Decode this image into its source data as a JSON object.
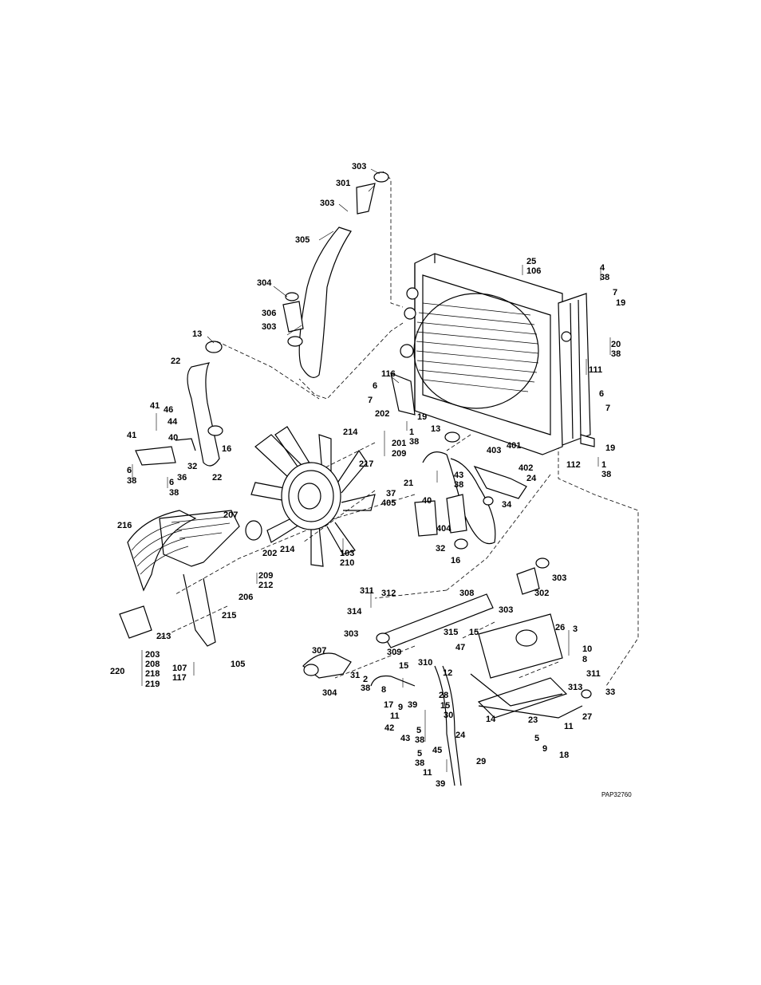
{
  "figure_ref": "PAP32760",
  "labels": [
    {
      "id": "l1",
      "text": "303"
    },
    {
      "id": "l2",
      "text": "301"
    },
    {
      "id": "l3",
      "text": "303"
    },
    {
      "id": "l4",
      "text": "305"
    },
    {
      "id": "l5",
      "text": "304"
    },
    {
      "id": "l6",
      "text": "306"
    },
    {
      "id": "l7",
      "text": "303"
    },
    {
      "id": "l8",
      "text": "25"
    },
    {
      "id": "l9",
      "text": "106"
    },
    {
      "id": "l10",
      "text": "4"
    },
    {
      "id": "l11",
      "text": "38"
    },
    {
      "id": "l12",
      "text": "7"
    },
    {
      "id": "l13",
      "text": "19"
    },
    {
      "id": "l14",
      "text": "20"
    },
    {
      "id": "l15",
      "text": "38"
    },
    {
      "id": "l16",
      "text": "111"
    },
    {
      "id": "l17",
      "text": "13"
    },
    {
      "id": "l18",
      "text": "22"
    },
    {
      "id": "l19",
      "text": "116"
    },
    {
      "id": "l20",
      "text": "6"
    },
    {
      "id": "l21",
      "text": "7"
    },
    {
      "id": "l22",
      "text": "202"
    },
    {
      "id": "l23",
      "text": "19"
    },
    {
      "id": "l24",
      "text": "1"
    },
    {
      "id": "l25",
      "text": "38"
    },
    {
      "id": "l26",
      "text": "6"
    },
    {
      "id": "l27",
      "text": "7"
    },
    {
      "id": "l28",
      "text": "41"
    },
    {
      "id": "l29",
      "text": "46"
    },
    {
      "id": "l30",
      "text": "44"
    },
    {
      "id": "l31",
      "text": "40"
    },
    {
      "id": "l32",
      "text": "16"
    },
    {
      "id": "l33",
      "text": "41"
    },
    {
      "id": "l34",
      "text": "32"
    },
    {
      "id": "l35",
      "text": "36"
    },
    {
      "id": "l36",
      "text": "22"
    },
    {
      "id": "l37",
      "text": "6"
    },
    {
      "id": "l38",
      "text": "38"
    },
    {
      "id": "l39",
      "text": "6"
    },
    {
      "id": "l40",
      "text": "38"
    },
    {
      "id": "l41",
      "text": "214"
    },
    {
      "id": "l42",
      "text": "201"
    },
    {
      "id": "l43",
      "text": "209"
    },
    {
      "id": "l44",
      "text": "217"
    },
    {
      "id": "l45",
      "text": "13"
    },
    {
      "id": "l46",
      "text": "403"
    },
    {
      "id": "l47",
      "text": "401"
    },
    {
      "id": "l48",
      "text": "402"
    },
    {
      "id": "l49",
      "text": "24"
    },
    {
      "id": "l50",
      "text": "19"
    },
    {
      "id": "l51",
      "text": "112"
    },
    {
      "id": "l52",
      "text": "1"
    },
    {
      "id": "l53",
      "text": "38"
    },
    {
      "id": "l54",
      "text": "21"
    },
    {
      "id": "l55",
      "text": "43"
    },
    {
      "id": "l56",
      "text": "38"
    },
    {
      "id": "l57",
      "text": "37"
    },
    {
      "id": "l58",
      "text": "405"
    },
    {
      "id": "l59",
      "text": "40"
    },
    {
      "id": "l60",
      "text": "34"
    },
    {
      "id": "l61",
      "text": "404"
    },
    {
      "id": "l62",
      "text": "32"
    },
    {
      "id": "l63",
      "text": "16"
    },
    {
      "id": "l64",
      "text": "216"
    },
    {
      "id": "l65",
      "text": "207"
    },
    {
      "id": "l66",
      "text": "202"
    },
    {
      "id": "l67",
      "text": "214"
    },
    {
      "id": "l68",
      "text": "103"
    },
    {
      "id": "l69",
      "text": "210"
    },
    {
      "id": "l70",
      "text": "209"
    },
    {
      "id": "l71",
      "text": "212"
    },
    {
      "id": "l72",
      "text": "206"
    },
    {
      "id": "l73",
      "text": "215"
    },
    {
      "id": "l74",
      "text": "213"
    },
    {
      "id": "l75",
      "text": "220"
    },
    {
      "id": "l76",
      "text": "203"
    },
    {
      "id": "l77",
      "text": "208"
    },
    {
      "id": "l78",
      "text": "218"
    },
    {
      "id": "l79",
      "text": "219"
    },
    {
      "id": "l80",
      "text": "107"
    },
    {
      "id": "l81",
      "text": "117"
    },
    {
      "id": "l82",
      "text": "105"
    },
    {
      "id": "l83",
      "text": "303"
    },
    {
      "id": "l84",
      "text": "302"
    },
    {
      "id": "l85",
      "text": "303"
    },
    {
      "id": "l86",
      "text": "311"
    },
    {
      "id": "l87",
      "text": "312"
    },
    {
      "id": "l88",
      "text": "308"
    },
    {
      "id": "l89",
      "text": "314"
    },
    {
      "id": "l90",
      "text": "26"
    },
    {
      "id": "l91",
      "text": "3"
    },
    {
      "id": "l92",
      "text": "10"
    },
    {
      "id": "l93",
      "text": "8"
    },
    {
      "id": "l94",
      "text": "303"
    },
    {
      "id": "l95",
      "text": "315"
    },
    {
      "id": "l96",
      "text": "15"
    },
    {
      "id": "l97",
      "text": "309"
    },
    {
      "id": "l98",
      "text": "47"
    },
    {
      "id": "l99",
      "text": "307"
    },
    {
      "id": "l100",
      "text": "15"
    },
    {
      "id": "l101",
      "text": "310"
    },
    {
      "id": "l102",
      "text": "12"
    },
    {
      "id": "l103",
      "text": "311"
    },
    {
      "id": "l104",
      "text": "31"
    },
    {
      "id": "l105",
      "text": "2"
    },
    {
      "id": "l106",
      "text": "38"
    },
    {
      "id": "l107",
      "text": "8"
    },
    {
      "id": "l108",
      "text": "33"
    },
    {
      "id": "l109",
      "text": "313"
    },
    {
      "id": "l110",
      "text": "304"
    },
    {
      "id": "l111",
      "text": "17"
    },
    {
      "id": "l112",
      "text": "39"
    },
    {
      "id": "l113",
      "text": "28"
    },
    {
      "id": "l114",
      "text": "9"
    },
    {
      "id": "l115",
      "text": "15"
    },
    {
      "id": "l116",
      "text": "11"
    },
    {
      "id": "l117",
      "text": "30"
    },
    {
      "id": "l118",
      "text": "14"
    },
    {
      "id": "l119",
      "text": "23"
    },
    {
      "id": "l120",
      "text": "27"
    },
    {
      "id": "l121",
      "text": "42"
    },
    {
      "id": "l122",
      "text": "43"
    },
    {
      "id": "l123",
      "text": "5"
    },
    {
      "id": "l124",
      "text": "38"
    },
    {
      "id": "l125",
      "text": "24"
    },
    {
      "id": "l126",
      "text": "11"
    },
    {
      "id": "l127",
      "text": "5"
    },
    {
      "id": "l128",
      "text": "9"
    },
    {
      "id": "l129",
      "text": "18"
    },
    {
      "id": "l130",
      "text": "45"
    },
    {
      "id": "l131",
      "text": "5"
    },
    {
      "id": "l132",
      "text": "38"
    },
    {
      "id": "l133",
      "text": "29"
    },
    {
      "id": "l134",
      "text": "11"
    },
    {
      "id": "l135",
      "text": "39"
    }
  ]
}
